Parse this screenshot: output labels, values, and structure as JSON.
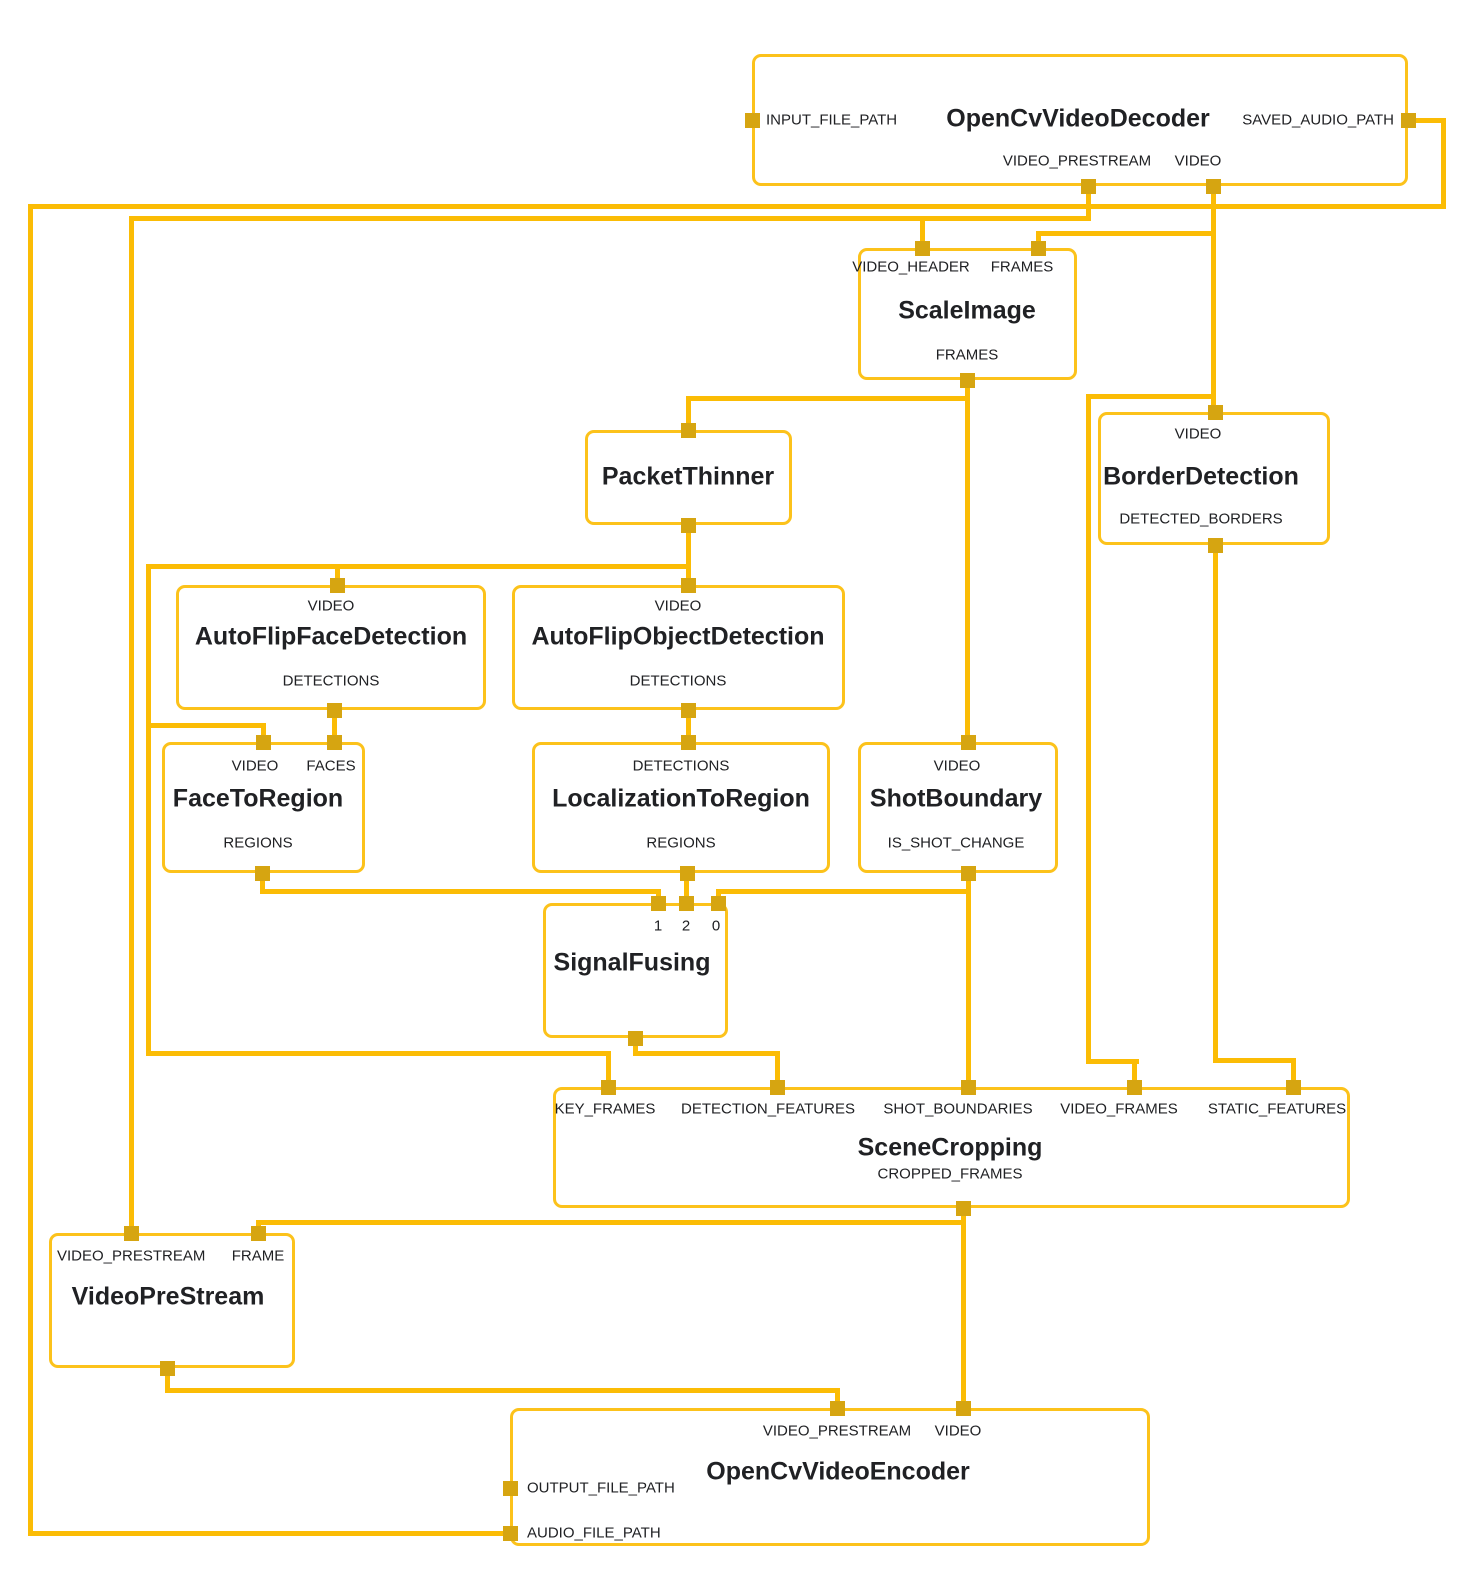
{
  "colors": {
    "edge": "#FBBC05",
    "node_border": "#FCC21B",
    "port": "#D6A511",
    "text": "#202124",
    "background": "#FFFFFF"
  },
  "nodes": {
    "decoder": {
      "title": "OpenCvVideoDecoder",
      "in_left": "INPUT_FILE_PATH",
      "out_right": "SAVED_AUDIO_PATH",
      "out_prestream": "VIDEO_PRESTREAM",
      "out_video": "VIDEO"
    },
    "scale": {
      "title": "ScaleImage",
      "in_header": "VIDEO_HEADER",
      "in_frames": "FRAMES",
      "out_frames": "FRAMES"
    },
    "thinner": {
      "title": "PacketThinner"
    },
    "border": {
      "title": "BorderDetection",
      "in_video": "VIDEO",
      "out_borders": "DETECTED_BORDERS"
    },
    "face": {
      "title": "AutoFlipFaceDetection",
      "in_video": "VIDEO",
      "out_detections": "DETECTIONS"
    },
    "object": {
      "title": "AutoFlipObjectDetection",
      "in_video": "VIDEO",
      "out_detections": "DETECTIONS"
    },
    "face_region": {
      "title": "FaceToRegion",
      "in_video": "VIDEO",
      "in_faces": "FACES",
      "out_regions": "REGIONS"
    },
    "loc_region": {
      "title": "LocalizationToRegion",
      "in_detections": "DETECTIONS",
      "out_regions": "REGIONS"
    },
    "shot": {
      "title": "ShotBoundary",
      "in_video": "VIDEO",
      "out_change": "IS_SHOT_CHANGE"
    },
    "fusing": {
      "title": "SignalFusing",
      "in_1": "1",
      "in_2": "2",
      "in_0": "0"
    },
    "cropping": {
      "title": "SceneCropping",
      "in_key": "KEY_FRAMES",
      "in_det": "DETECTION_FEATURES",
      "in_shot": "SHOT_BOUNDARIES",
      "in_video": "VIDEO_FRAMES",
      "in_static": "STATIC_FEATURES",
      "out_cropped": "CROPPED_FRAMES"
    },
    "prestream": {
      "title": "VideoPreStream",
      "in_prestream": "VIDEO_PRESTREAM",
      "in_frame": "FRAME"
    },
    "encoder": {
      "title": "OpenCvVideoEncoder",
      "in_prestream": "VIDEO_PRESTREAM",
      "in_video": "VIDEO",
      "in_output": "OUTPUT_FILE_PATH",
      "in_audio": "AUDIO_FILE_PATH"
    }
  }
}
